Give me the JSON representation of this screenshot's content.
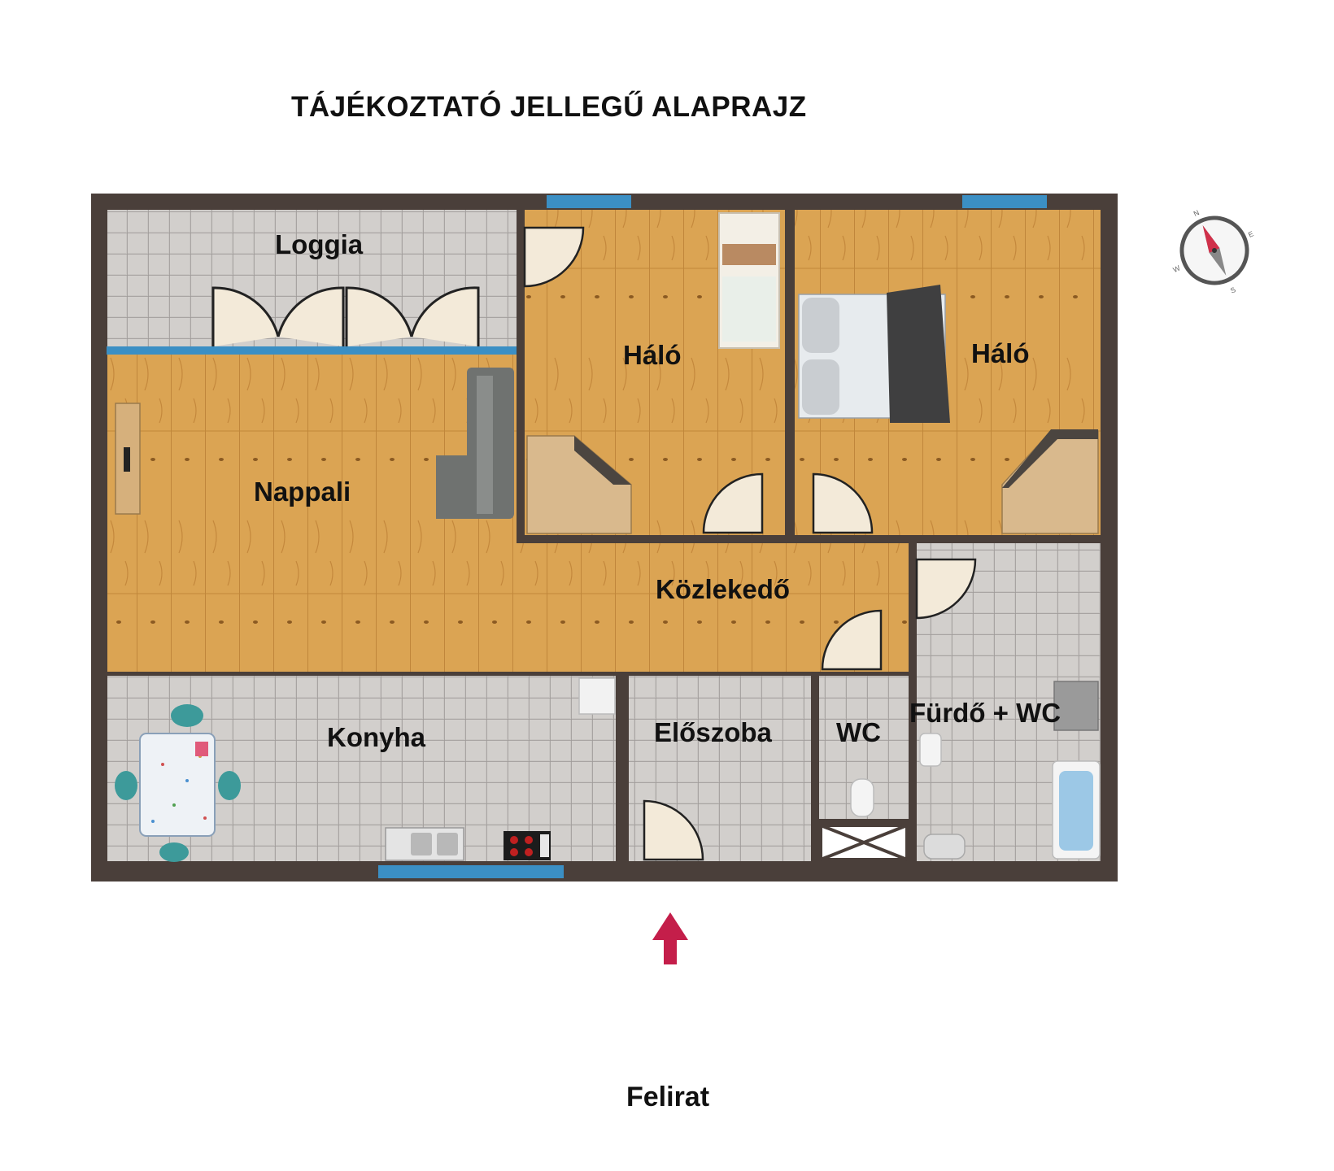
{
  "title": "TÁJÉKOZTATÓ JELLEGŰ ALAPRAJZ",
  "caption": "Felirat",
  "rooms": {
    "loggia": "Loggia",
    "halo_left": "Háló",
    "halo_right": "Háló",
    "nappali": "Nappali",
    "kozlekedo": "Közlekedő",
    "konyha": "Konyha",
    "eloszoba": "Előszoba",
    "wc": "WC",
    "furdo": "Fürdő + WC"
  },
  "compass": {
    "n": "N",
    "e": "E",
    "s": "S",
    "w": "W"
  },
  "colors": {
    "wall": "#4a3f3a",
    "wood": "#d9a04f",
    "tile": "#c9c6c3",
    "window": "#3b8fc4",
    "door": "#f3ead9",
    "entrance_arrow": "#c41e4a"
  }
}
